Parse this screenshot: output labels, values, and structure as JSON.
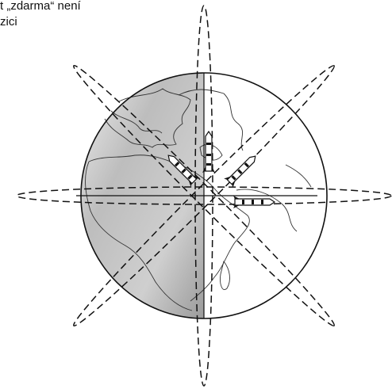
{
  "caption": {
    "line1": "t „zdarma“ není",
    "line2": "zici"
  },
  "diagram": {
    "orbit_count": 4,
    "rocket_count": 4,
    "colors": {
      "stroke": "#111111",
      "shade_dark": "#8f8f8f",
      "shade_light": "#e2e2e2"
    }
  }
}
